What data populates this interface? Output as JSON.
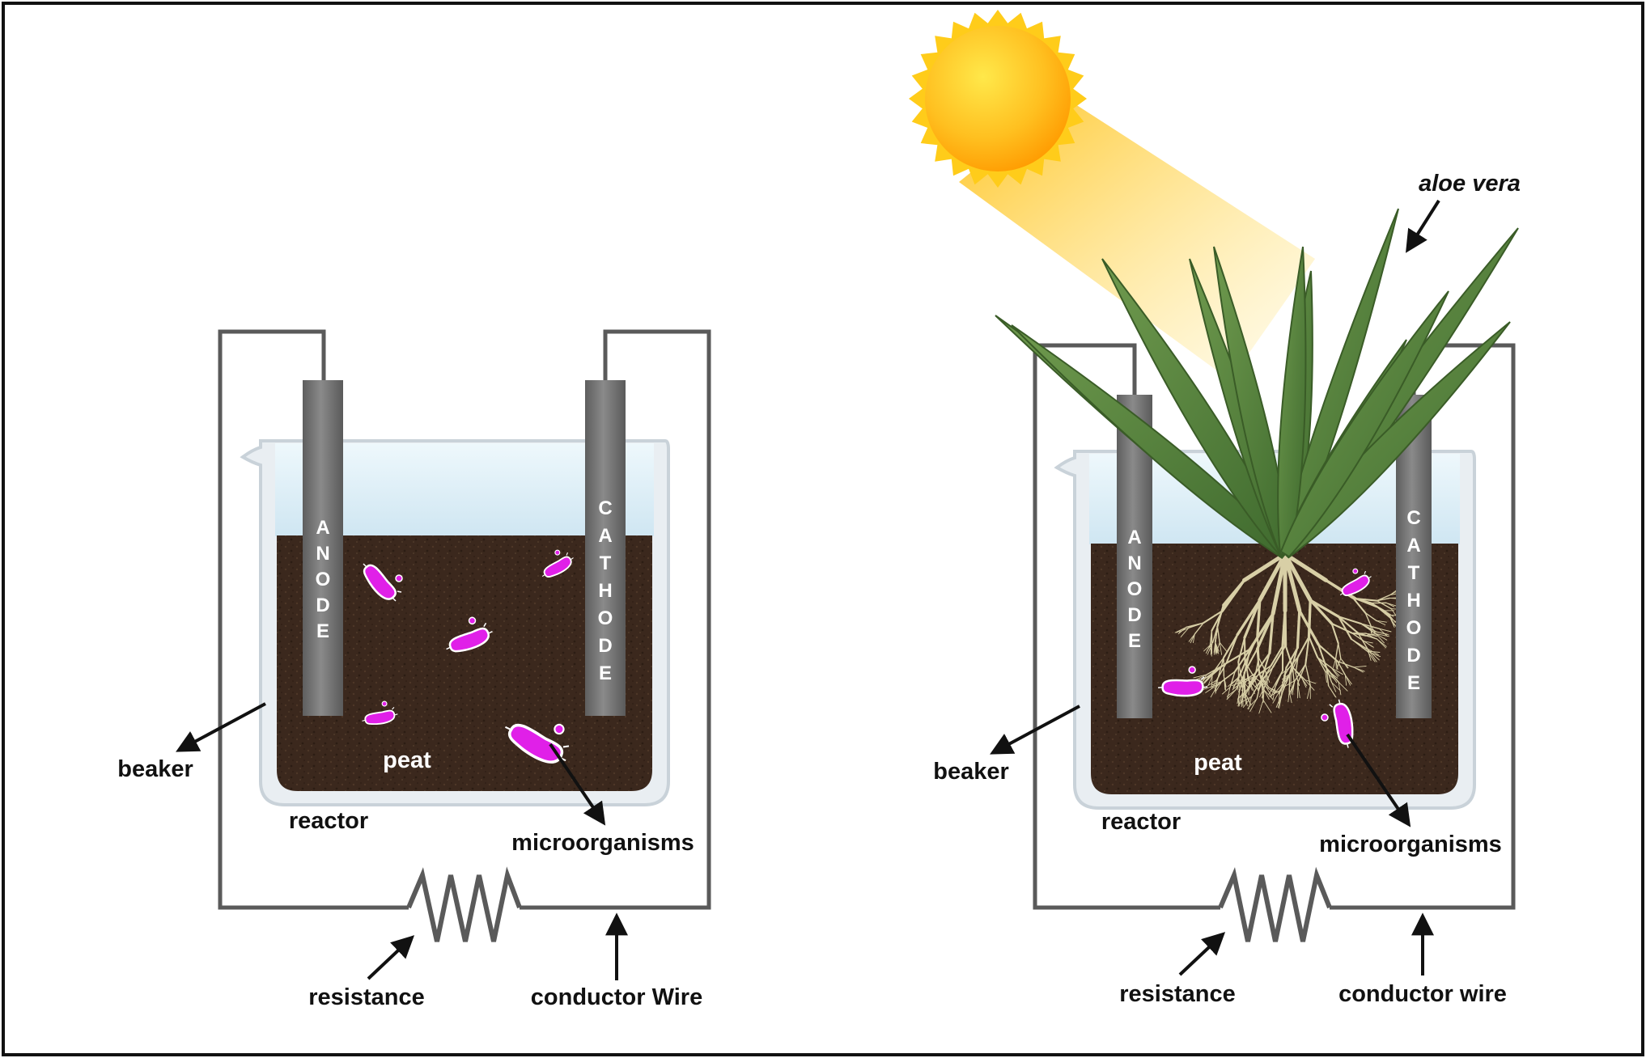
{
  "left": {
    "anode": "ANODE",
    "cathode": "CATHODE",
    "beaker": "beaker",
    "peat": "peat",
    "reactor": "reactor",
    "microorganisms": "microorganisms",
    "resistance": "resistance",
    "conductor_wire": "conductor Wire"
  },
  "right": {
    "anode": "ANODE",
    "cathode": "CATHODE",
    "beaker": "beaker",
    "peat": "peat",
    "reactor": "reactor",
    "microorganisms": "microorganisms",
    "resistance": "resistance",
    "conductor_wire": "conductor wire",
    "plant": "aloe vera"
  },
  "icons": [
    "sun-icon",
    "aloe-vera-plant",
    "microorganism-icon",
    "resistor-symbol",
    "beaker-icon"
  ],
  "colors": {
    "wire": "#5a5a5a",
    "electrode": "#707070",
    "peat": "#3d2a1f",
    "water": "#d6ecf6",
    "microorganism": "#e020e8",
    "sun": "#ffb300",
    "sunbeam": "#ffd44a",
    "aloe_leaf": "#4f7a3a",
    "roots": "#d8cfa6"
  }
}
